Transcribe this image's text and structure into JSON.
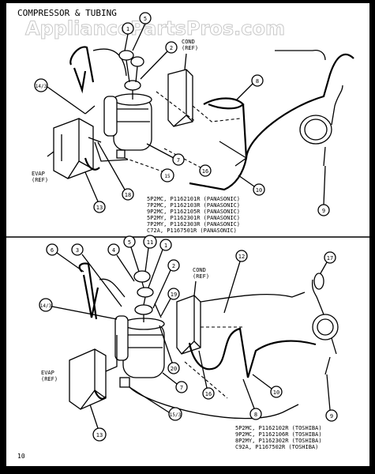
{
  "title": "COMPRESSOR & TUBING",
  "watermark": "AppliancePartsPros.com",
  "page_number": "10",
  "upper": {
    "cond_label": [
      "COND",
      "(REF)"
    ],
    "evap_label": [
      "EVAP",
      "(REF)"
    ],
    "callouts": [
      "5",
      "1",
      "2",
      "8",
      "14/3",
      "7",
      "15",
      "16",
      "18",
      "13",
      "10",
      "9"
    ],
    "models": [
      "5P2MC, P1162101R (PANASONIC)",
      "7P2MC, P1162103R (PANASONIC)",
      "9P2MC, P1162105R (PANASONIC)",
      "5P2MY, P1162301R (PANASONIC)",
      "7P2MY, P1162303R (PANASONIC)",
      "C72A, P1167501R (PANASONIC)"
    ]
  },
  "lower": {
    "cond_label": [
      "COND",
      "(REF)"
    ],
    "evap_label": [
      "EVAP",
      "(REF)"
    ],
    "callouts": [
      "6",
      "3",
      "4",
      "5",
      "11",
      "1",
      "2",
      "12",
      "17",
      "14/3",
      "19",
      "20",
      "7",
      "16",
      "10",
      "8",
      "9",
      "15/3",
      "13"
    ],
    "models": [
      "5P2MC, P1162102R (TOSHIBA)",
      "9P2MC, P1162106R (TOSHIBA)",
      "8P2MY, P1162302R (TOSHIBA)",
      "C92A, P1167502R (TOSHIBA)"
    ]
  }
}
